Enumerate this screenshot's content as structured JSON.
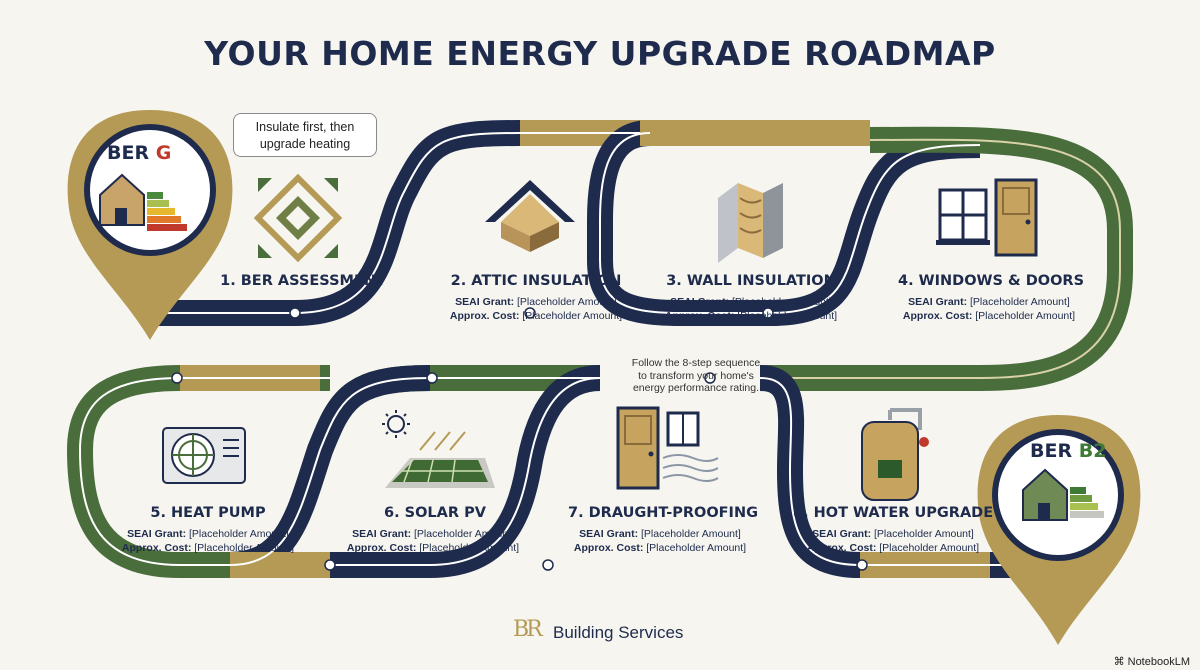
{
  "title": "YOUR HOME ENERGY UPGRADE ROADMAP",
  "start_badge": {
    "label": "BER ",
    "grade": "G"
  },
  "end_badge": {
    "label": "BER ",
    "grade": "B2"
  },
  "tip_bubble": {
    "line1": "Insulate first, then",
    "line2": "upgrade heating"
  },
  "center_note": {
    "line1": "Follow the 8-step sequence",
    "line2": "to transform your home's",
    "line3": "energy performance rating."
  },
  "steps": [
    {
      "title": "1. BER ASSESSMENT"
    },
    {
      "title": "2. ATTIC INSULATION",
      "grant_label": "SEAI Grant:",
      "grant_value": "[Placeholder Amount]",
      "cost_label": "Approx. Cost:",
      "cost_value": "[Placeholder Amount]"
    },
    {
      "title": "3. WALL INSULATION",
      "grant_label": "SEAI Grant:",
      "grant_value": "[Placeholder Amount]",
      "cost_label": "Approx. Cost:",
      "cost_value": "[Placeholder Amount]"
    },
    {
      "title": "4. WINDOWS & DOORS",
      "grant_label": "SEAI Grant:",
      "grant_value": "[Placeholder Amount]",
      "cost_label": "Approx. Cost:",
      "cost_value": "[Placeholder Amount]"
    },
    {
      "title": "5. HEAT PUMP",
      "grant_label": "SEAI Grant:",
      "grant_value": "[Placeholder Amount]",
      "cost_label": "Approx. Cost:",
      "cost_value": "[Placeholder Amount]"
    },
    {
      "title": "6. SOLAR PV",
      "grant_label": "SEAI Grant:",
      "grant_value": "[Placeholder Amount]",
      "cost_label": "Approx. Cost:",
      "cost_value": "[Placeholder Amount]"
    },
    {
      "title": "7. DRAUGHT-PROOFING",
      "grant_label": "SEAI Grant:",
      "grant_value": "[Placeholder Amount]",
      "cost_label": "Approx. Cost:",
      "cost_value": "[Placeholder Amount]"
    },
    {
      "title": "8. HOT WATER UPGRADE",
      "grant_label": "SEAI Grant:",
      "grant_value": "[Placeholder Amount]",
      "cost_label": "Approx. Cost:",
      "cost_value": "[Placeholder Amount]"
    }
  ],
  "brand": {
    "logo": "BR",
    "name": "Building Services"
  },
  "watermark": "NotebookLM",
  "colors": {
    "navy": "#1f2b4d",
    "gold": "#b59a55",
    "green": "#4a6d3c",
    "bad_rating": "#c0392b"
  },
  "icons": [
    "house-rating-icon",
    "assessment-arrows-icon",
    "attic-insulation-icon",
    "wall-insulation-icon",
    "window-door-icon",
    "heat-pump-icon",
    "solar-panel-icon",
    "draught-door-icon",
    "hot-water-cylinder-icon"
  ]
}
